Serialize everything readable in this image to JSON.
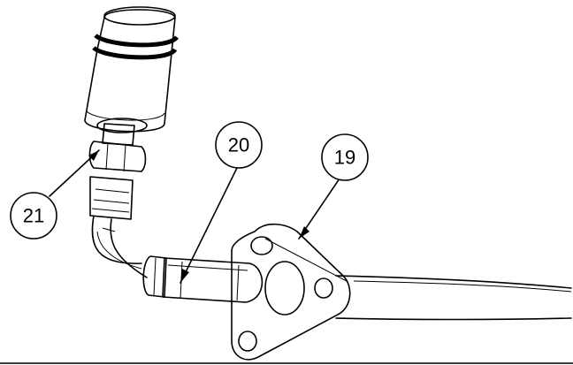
{
  "callouts": {
    "c19": "19",
    "c20": "20",
    "c21": "21"
  },
  "colors": {
    "line": "#000000",
    "background": "#ffffff"
  }
}
